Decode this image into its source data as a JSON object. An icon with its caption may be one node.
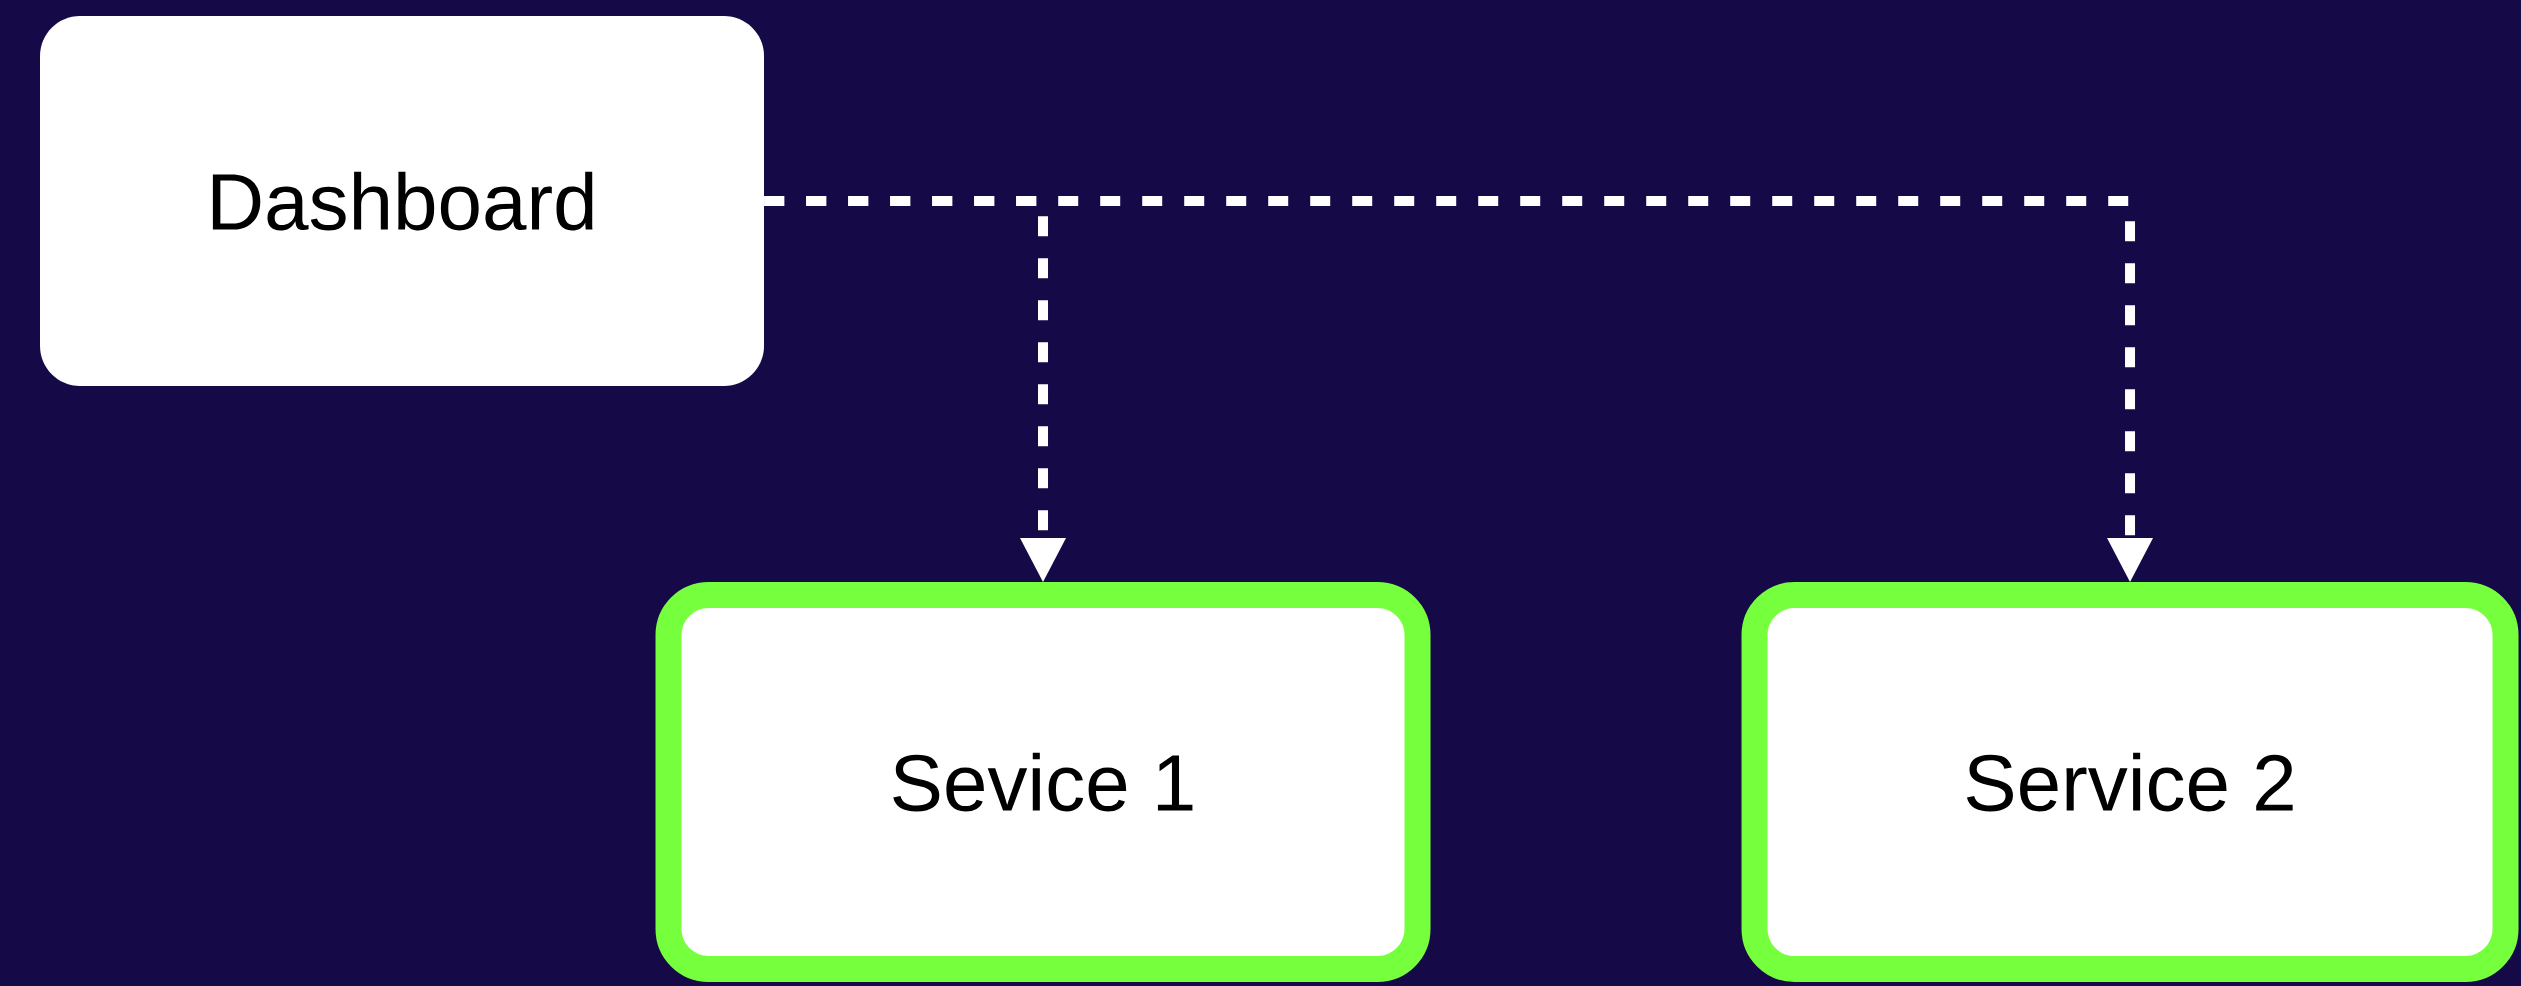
{
  "diagram": {
    "nodes": [
      {
        "text": [
          "Dashboard"
        ]
      },
      {
        "text": [
          "Sevice 1"
        ]
      },
      {
        "text": [
          "Service 2"
        ]
      }
    ],
    "edges": [
      {
        "from": 0,
        "to": 1,
        "arrow": "to",
        "style": "dashed"
      },
      {
        "from": 0,
        "to": 2,
        "arrow": "to",
        "style": "dashed"
      }
    ]
  }
}
